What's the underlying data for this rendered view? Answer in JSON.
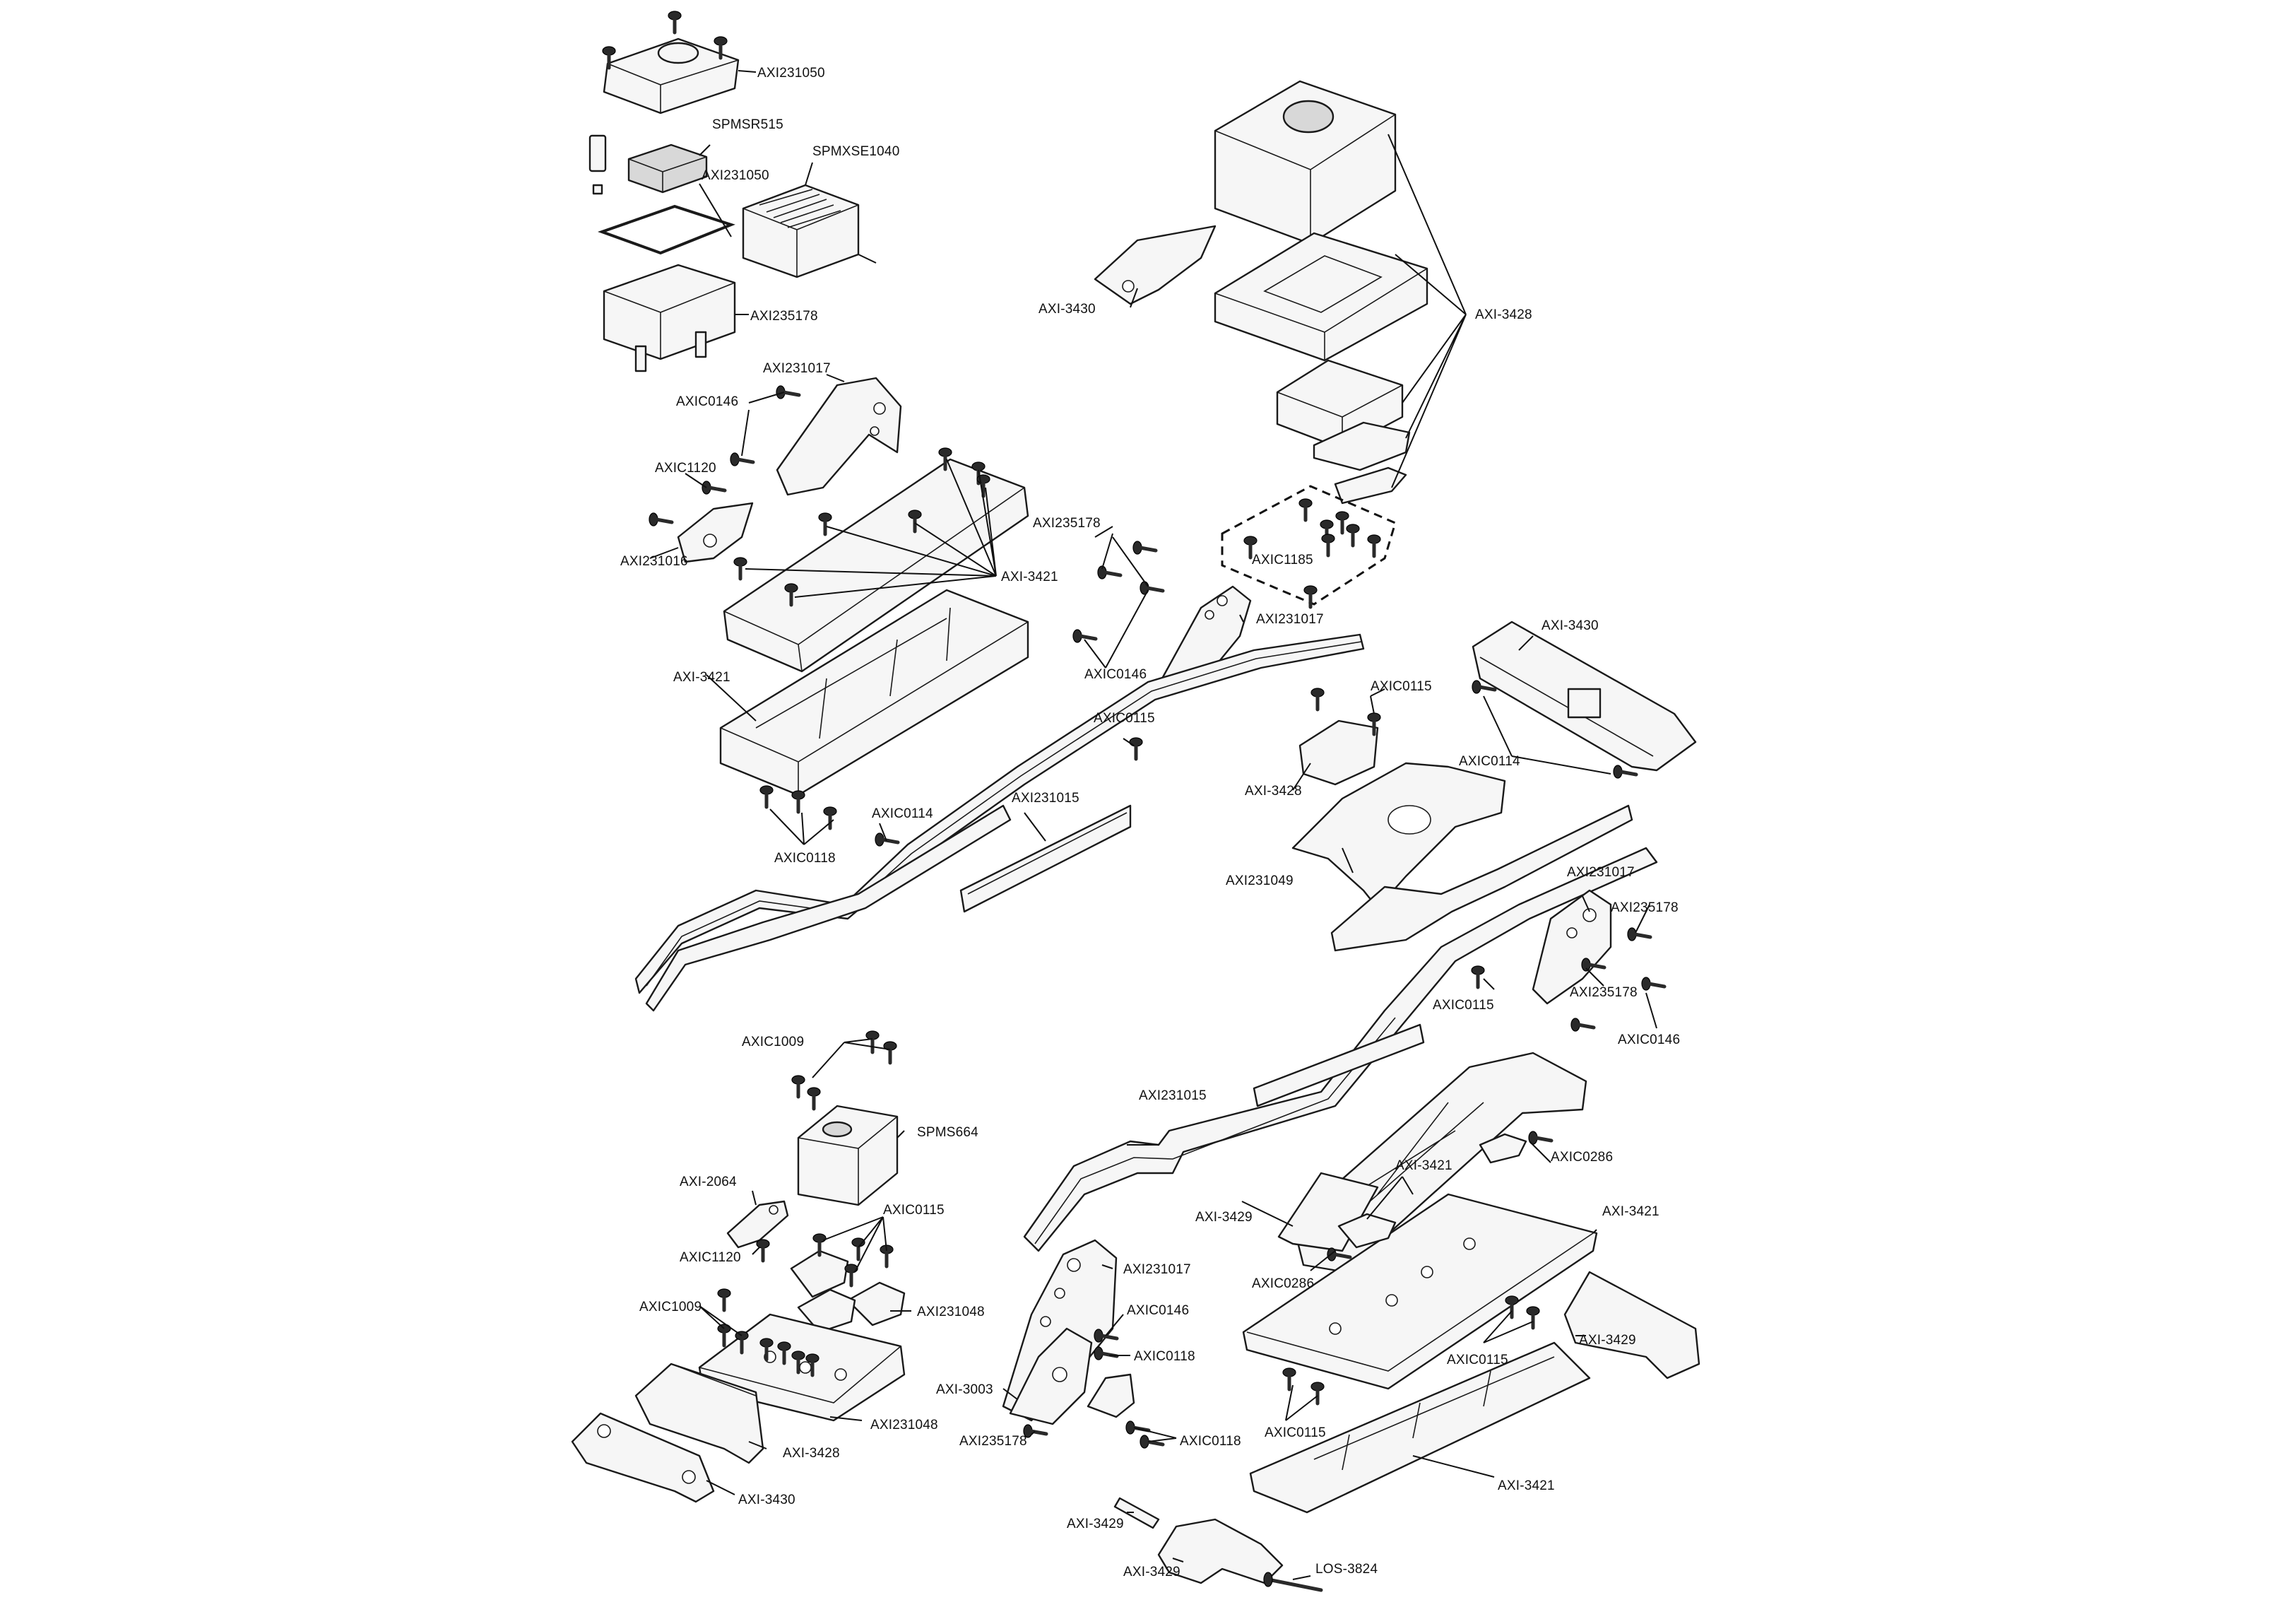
{
  "labels": [
    {
      "id": "l1",
      "text": "AXI231050"
    },
    {
      "id": "l2",
      "text": "SPMSR515"
    },
    {
      "id": "l3",
      "text": "SPMXSE1040"
    },
    {
      "id": "l4",
      "text": "AXI231050"
    },
    {
      "id": "l5",
      "text": "AXI235178"
    },
    {
      "id": "l6",
      "text": "AXI231017"
    },
    {
      "id": "l7",
      "text": "AXIC0146"
    },
    {
      "id": "l8",
      "text": "AXIC1120"
    },
    {
      "id": "l9",
      "text": "AXI231016"
    },
    {
      "id": "l10",
      "text": "AXI235178"
    },
    {
      "id": "l11",
      "text": "AXI-3421"
    },
    {
      "id": "l12",
      "text": "AXI-3421"
    },
    {
      "id": "l13",
      "text": "AXIC0146"
    },
    {
      "id": "l14",
      "text": "AXIC0118"
    },
    {
      "id": "l15",
      "text": "AXIC0114"
    },
    {
      "id": "l16",
      "text": "AXI231015"
    },
    {
      "id": "l17",
      "text": "AXIC0115"
    },
    {
      "id": "l18",
      "text": "AXI-3430"
    },
    {
      "id": "l19",
      "text": "AXI-3428"
    },
    {
      "id": "l20",
      "text": "AXIC1185"
    },
    {
      "id": "l21",
      "text": "AXI231017"
    },
    {
      "id": "l22",
      "text": "AXIC0115"
    },
    {
      "id": "l23",
      "text": "AXI-3430"
    },
    {
      "id": "l24",
      "text": "AXIC0114"
    },
    {
      "id": "l25",
      "text": "AXI-3428"
    },
    {
      "id": "l26",
      "text": "AXI231049"
    },
    {
      "id": "l27",
      "text": "AXI231017"
    },
    {
      "id": "l28",
      "text": "AXI235178"
    },
    {
      "id": "l29",
      "text": "AXI235178"
    },
    {
      "id": "l30",
      "text": "AXIC0115"
    },
    {
      "id": "l31",
      "text": "AXIC0146"
    },
    {
      "id": "l32",
      "text": "AXIC1009"
    },
    {
      "id": "l33",
      "text": "SPMS664"
    },
    {
      "id": "l34",
      "text": "AXI-2064"
    },
    {
      "id": "l35",
      "text": "AXIC1120"
    },
    {
      "id": "l36",
      "text": "AXIC0115"
    },
    {
      "id": "l37",
      "text": "AXIC1009"
    },
    {
      "id": "l38",
      "text": "AXI231048"
    },
    {
      "id": "l39",
      "text": "AXI231048"
    },
    {
      "id": "l40",
      "text": "AXI-3428"
    },
    {
      "id": "l41",
      "text": "AXI-3430"
    },
    {
      "id": "l42",
      "text": "AXI231015"
    },
    {
      "id": "l43",
      "text": "AXI-3429"
    },
    {
      "id": "l44",
      "text": "AXI-3421"
    },
    {
      "id": "l45",
      "text": "AXIC0286"
    },
    {
      "id": "l46",
      "text": "AXI-3421"
    },
    {
      "id": "l47",
      "text": "AXIC0286"
    },
    {
      "id": "l48",
      "text": "AXI231017"
    },
    {
      "id": "l49",
      "text": "AXIC0146"
    },
    {
      "id": "l50",
      "text": "AXIC0118"
    },
    {
      "id": "l51",
      "text": "AXI-3003"
    },
    {
      "id": "l52",
      "text": "AXI235178"
    },
    {
      "id": "l53",
      "text": "AXIC0118"
    },
    {
      "id": "l54",
      "text": "AXIC0115"
    },
    {
      "id": "l55",
      "text": "AXI-3429"
    },
    {
      "id": "l56",
      "text": "AXIC0115"
    },
    {
      "id": "l57",
      "text": "AXI-3421"
    },
    {
      "id": "l58",
      "text": "AXI-3429"
    },
    {
      "id": "l59",
      "text": "AXI-3429"
    },
    {
      "id": "l60",
      "text": "LOS-3824"
    }
  ]
}
